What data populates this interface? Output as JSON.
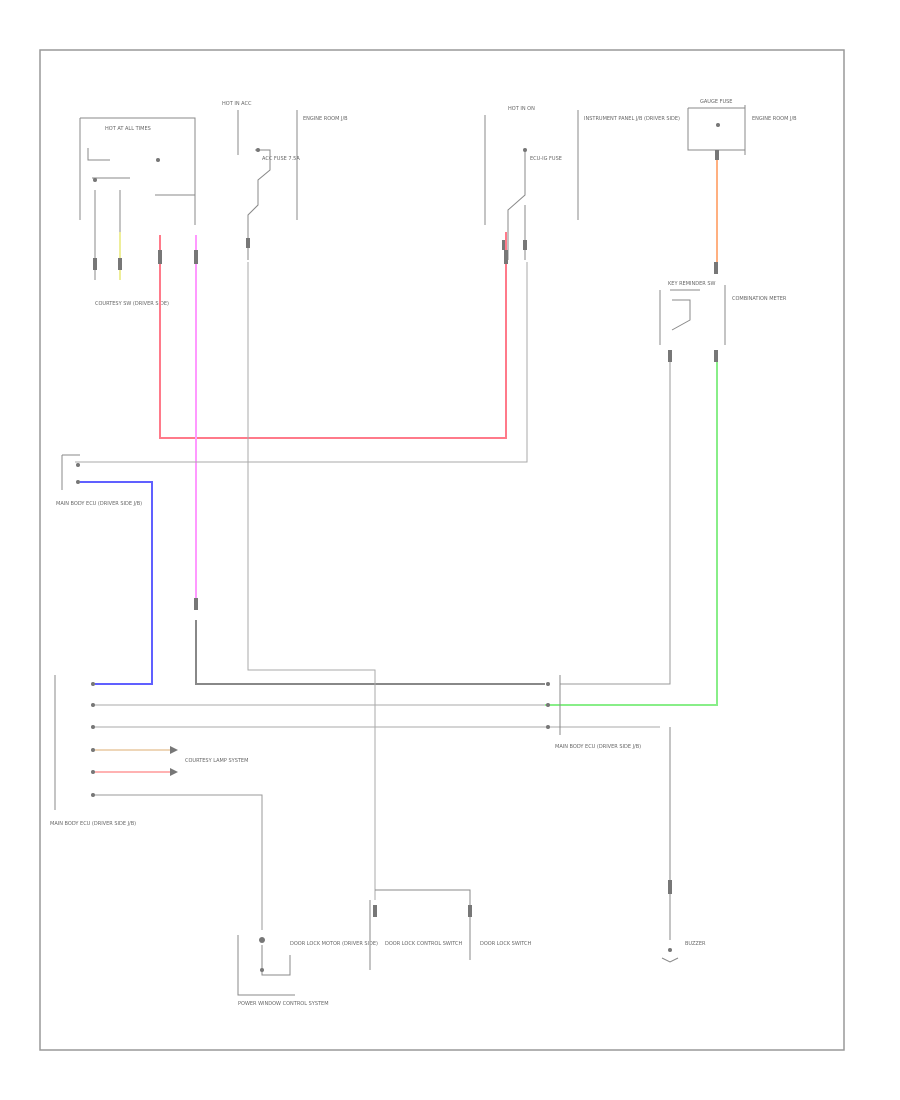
{
  "diagram": {
    "footer_code": "",
    "colors": {
      "frame": "#999999",
      "wire_red": "#ff7a8a",
      "wire_pink": "#ff99ff",
      "wire_blue": "#6060ff",
      "wire_green": "#88ee88",
      "wire_orange": "#ffb080",
      "wire_yellow": "#eeee99",
      "wire_gray": "#888888",
      "wire_light": "#cccccc"
    },
    "labels": {
      "courtesy_switch": "COURTESY SW (DRIVER SIDE)",
      "fuse_top_left": "HOT AT ALL TIMES",
      "engine_room_box": "ENGINE ROOM J/B",
      "hot_in_acc": "HOT IN ACC",
      "acc_fuse": "ACC FUSE 7.5A",
      "instr_panel_jb": "INSTRUMENT PANEL J/B (DRIVER SIDE)",
      "ecu_fuse": "ECU-IG FUSE",
      "hot_in_on": "HOT IN ON",
      "gauge_fuse": "GAUGE FUSE",
      "engine_room_jb2": "ENGINE ROOM J/B",
      "combination_meter": "COMBINATION METER",
      "key_reminder": "KEY REMINDER SW",
      "ecu_left": "MAIN BODY ECU (DRIVER SIDE J/B)",
      "ecu_right": "MAIN BODY ECU (DRIVER SIDE J/B)",
      "courtesy_ref": "COURTESY LAMP SYSTEM",
      "power_window": "POWER WINDOW CONTROL SYSTEM",
      "door_lock_left": "DOOR LOCK MOTOR (DRIVER SIDE)",
      "door_lock_mid": "DOOR LOCK CONTROL SWITCH",
      "door_lock_right": "DOOR LOCK SWITCH",
      "buzzer": "BUZZER"
    }
  }
}
